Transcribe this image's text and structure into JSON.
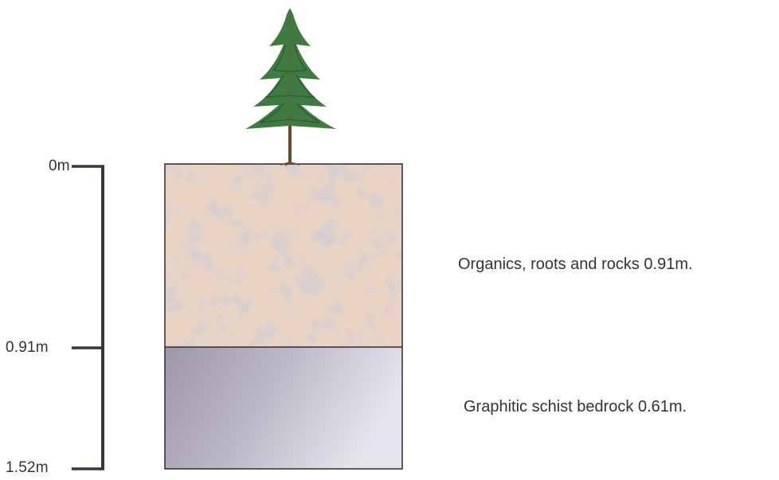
{
  "scale": {
    "ticks": [
      {
        "label": "0m",
        "depth_m": 0
      },
      {
        "label": "0.91m",
        "depth_m": 0.91
      },
      {
        "label": "1.52m",
        "depth_m": 1.52
      }
    ]
  },
  "layers": [
    {
      "label": "Organics, roots and rocks 0.91m.",
      "top_m": 0,
      "bottom_m": 0.91,
      "color": "#e9d4c4"
    },
    {
      "label": "Graphitic schist bedrock 0.61m.",
      "top_m": 0.91,
      "bottom_m": 1.52,
      "color": "#b3aebe"
    }
  ],
  "icons": {
    "tree": "conifer-tree-icon"
  },
  "colors": {
    "axis": "#3a3440",
    "tree_green": "#3f7a40",
    "trunk": "#6b4a2a"
  }
}
